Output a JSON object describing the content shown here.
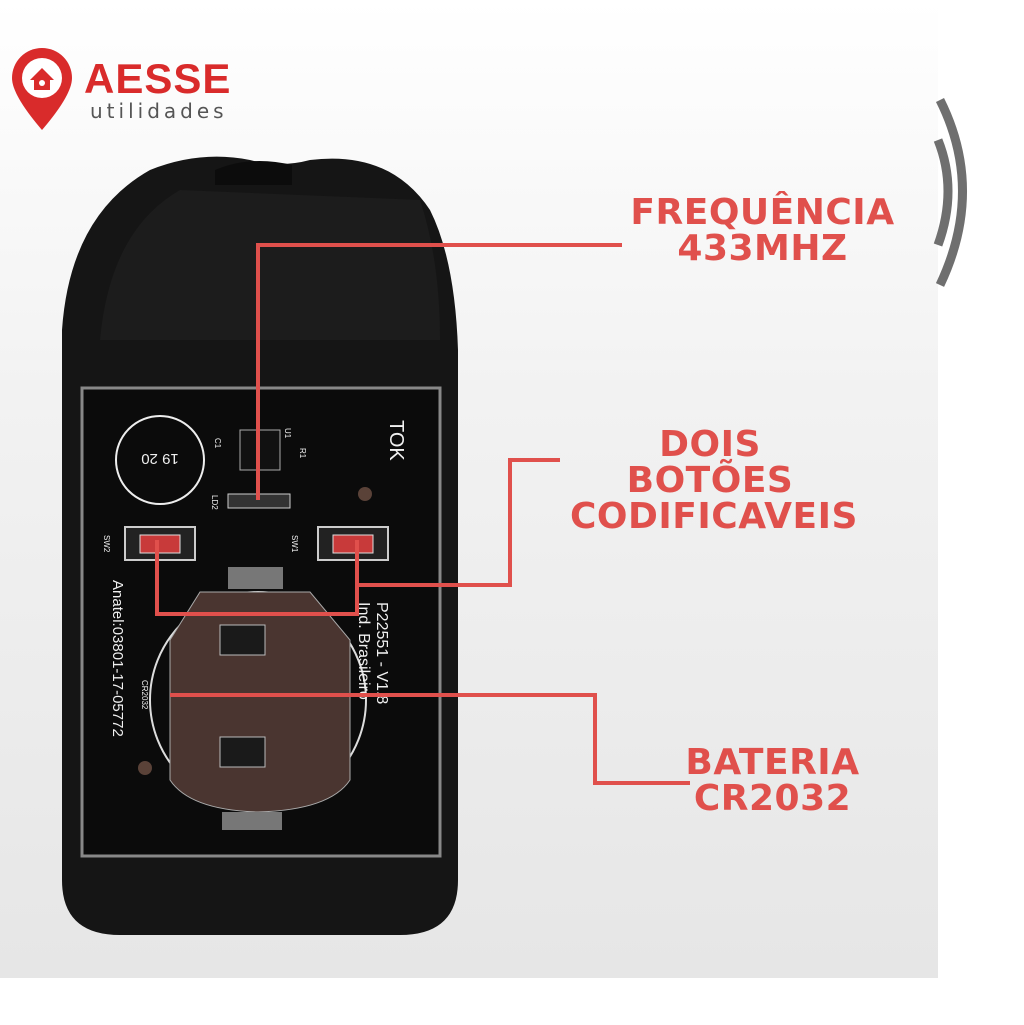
{
  "brand": {
    "name": "AESSE",
    "tagline": "utilidades"
  },
  "callouts": {
    "frequency": {
      "line1": "FREQUÊNCIA",
      "line2": "433MHZ"
    },
    "buttons": {
      "line1": "DOIS BOTÕES",
      "line2": "CODIFICAVEIS"
    },
    "battery": {
      "line1": "BATERIA",
      "line2": "CR2032"
    }
  },
  "pcb": {
    "brand_mark": "TOK",
    "model": "P22551 - V1.8",
    "origin": "Ind. Brasileiro",
    "anatel": "Anatel:03801-17-05772",
    "battery_silk": "CR2032",
    "sw1": "SW1",
    "sw2": "SW2",
    "ld2": "LD2",
    "c1": "C1",
    "u1": "U1",
    "r1": "R1",
    "date_wheel_center": "19 20"
  },
  "colors": {
    "accent": "#e0504c",
    "brand": "#d92b2b"
  }
}
